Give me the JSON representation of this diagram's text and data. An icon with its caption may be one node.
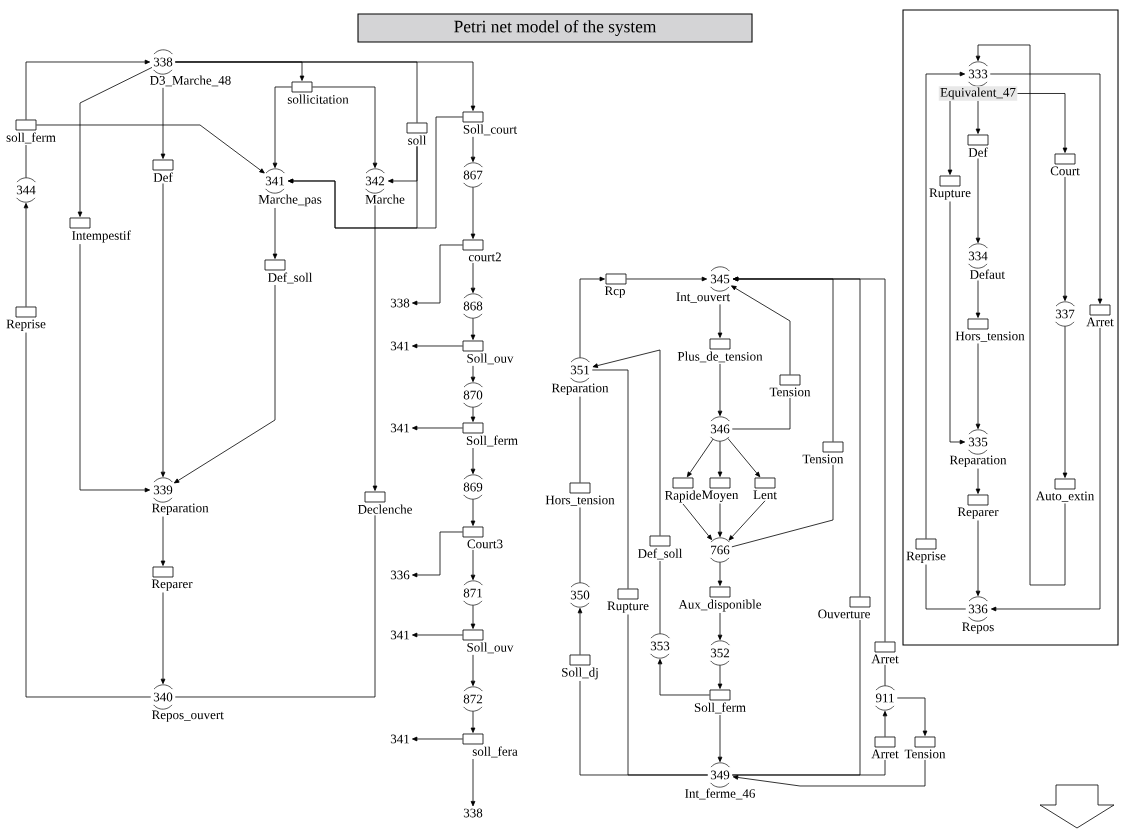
{
  "diagram": {
    "title": "Petri net model of the system",
    "nodes": [
      {
        "text": [
          "338",
          "D3_Marche_48"
        ]
      },
      {
        "text": [
          "soll_ferm"
        ]
      },
      {
        "text": [
          "344"
        ]
      },
      {
        "text": [
          "Reprise"
        ]
      },
      {
        "text": [
          "Intempestif"
        ]
      },
      {
        "text": [
          "Def"
        ]
      },
      {
        "text": [
          "sollicitation"
        ]
      },
      {
        "text": [
          "341",
          "Marche_pas"
        ]
      },
      {
        "text": [
          "342",
          "Marche"
        ]
      },
      {
        "text": [
          "soll"
        ]
      },
      {
        "text": [
          "Soll_court"
        ]
      },
      {
        "text": [
          "867"
        ]
      },
      {
        "text": [
          "Def_soll"
        ]
      },
      {
        "text": [
          "339",
          "Reparation"
        ]
      },
      {
        "text": [
          "Declenche"
        ]
      },
      {
        "text": [
          "Reparer"
        ]
      },
      {
        "text": [
          "340",
          "Repos_ouvert"
        ]
      },
      {
        "text": [
          "court2"
        ]
      },
      {
        "text": [
          "338"
        ]
      },
      {
        "text": [
          "868"
        ]
      },
      {
        "text": [
          "Soll_ouv"
        ]
      },
      {
        "text": [
          "341"
        ]
      },
      {
        "text": [
          "870"
        ]
      },
      {
        "text": [
          "Soll_ferm"
        ]
      },
      {
        "text": [
          "341"
        ]
      },
      {
        "text": [
          "869"
        ]
      },
      {
        "text": [
          "Court3"
        ]
      },
      {
        "text": [
          "336"
        ]
      },
      {
        "text": [
          "871"
        ]
      },
      {
        "text": [
          "Soll_ouv"
        ]
      },
      {
        "text": [
          "341"
        ]
      },
      {
        "text": [
          "872"
        ]
      },
      {
        "text": [
          "soll_fera"
        ]
      },
      {
        "text": [
          "341"
        ]
      },
      {
        "text": [
          "338"
        ]
      },
      {
        "text": [
          "Rcp"
        ]
      },
      {
        "text": [
          "345",
          "Int_ouvert"
        ]
      },
      {
        "text": [
          "351",
          "Reparation"
        ]
      },
      {
        "text": [
          "Plus_de_tension"
        ]
      },
      {
        "text": [
          "Tension"
        ]
      },
      {
        "text": [
          "346"
        ]
      },
      {
        "text": [
          "Tension"
        ]
      },
      {
        "text": [
          "Hors_tension"
        ]
      },
      {
        "text": [
          "Rapide"
        ]
      },
      {
        "text": [
          "Moyen"
        ]
      },
      {
        "text": [
          "Lent"
        ]
      },
      {
        "text": [
          "Def_soll"
        ]
      },
      {
        "text": [
          "766"
        ]
      },
      {
        "text": [
          "350"
        ]
      },
      {
        "text": [
          "Rupture"
        ]
      },
      {
        "text": [
          "Aux_disponible"
        ]
      },
      {
        "text": [
          "Ouverture"
        ]
      },
      {
        "text": [
          "353"
        ]
      },
      {
        "text": [
          "352"
        ]
      },
      {
        "text": [
          "Arret"
        ]
      },
      {
        "text": [
          "Soll_dj"
        ]
      },
      {
        "text": [
          "Soll_ferm"
        ]
      },
      {
        "text": [
          "911"
        ]
      },
      {
        "text": [
          "Arret"
        ]
      },
      {
        "text": [
          "Tension"
        ]
      },
      {
        "text": [
          "349",
          "Int_ferme_46"
        ]
      },
      {
        "text": [],
        "shape": "box"
      },
      {
        "text": [
          "333",
          "Equivalent_47"
        ],
        "in": 61
      },
      {
        "text": [
          "Def"
        ],
        "in": 61
      },
      {
        "text": [
          "Court"
        ],
        "in": 61
      },
      {
        "text": [
          "Rupture"
        ],
        "in": 61
      },
      {
        "text": [
          "334",
          "Defaut"
        ],
        "in": 61
      },
      {
        "text": [
          "Hors_tension"
        ],
        "in": 61
      },
      {
        "text": [
          "337"
        ],
        "in": 61
      },
      {
        "text": [
          "Arret"
        ],
        "in": 61
      },
      {
        "text": [
          "335",
          "Reparation"
        ],
        "in": 61
      },
      {
        "text": [
          "Reparer"
        ],
        "in": 61
      },
      {
        "text": [
          "Auto_extin"
        ],
        "in": 61
      },
      {
        "text": [
          "Reprise"
        ],
        "in": 61
      },
      {
        "text": [
          "336",
          "Repos"
        ],
        "in": 61
      }
    ],
    "edges": [
      {
        "from": 1,
        "to": 0,
        "arrow": "to"
      },
      {
        "from": 1,
        "to": 7,
        "arrow": "to"
      },
      {
        "from": 0,
        "to": 4,
        "arrow": "to"
      },
      {
        "from": 0,
        "to": 5,
        "arrow": "to"
      },
      {
        "from": 0,
        "to": 6,
        "arrow": "to"
      },
      {
        "from": 0,
        "to": 10,
        "arrow": "to"
      },
      {
        "from": 0,
        "to": 9,
        "arrow": "none"
      },
      {
        "from": 9,
        "to": 8,
        "arrow": "to"
      },
      {
        "from": 9,
        "to": 7,
        "arrow": "to"
      },
      {
        "from": 10,
        "to": 7,
        "arrow": "to"
      },
      {
        "from": 6,
        "to": 7,
        "arrow": "to"
      },
      {
        "from": 6,
        "to": 8,
        "arrow": "to"
      },
      {
        "from": 7,
        "to": 12,
        "arrow": "to"
      },
      {
        "from": 12,
        "to": 13,
        "arrow": "to"
      },
      {
        "from": 5,
        "to": 13,
        "arrow": "to"
      },
      {
        "from": 4,
        "to": 13,
        "arrow": "to"
      },
      {
        "from": 8,
        "to": 14,
        "arrow": "to"
      },
      {
        "from": 13,
        "to": 15,
        "arrow": "to"
      },
      {
        "from": 15,
        "to": 16,
        "arrow": "to"
      },
      {
        "from": 14,
        "to": 16,
        "arrow": "none"
      },
      {
        "from": 16,
        "to": 3,
        "arrow": "none"
      },
      {
        "from": 3,
        "to": 2,
        "arrow": "to"
      },
      {
        "from": 2,
        "to": 1,
        "arrow": "none"
      },
      {
        "from": 10,
        "to": 11,
        "arrow": "to"
      },
      {
        "from": 11,
        "to": 17,
        "arrow": "to"
      },
      {
        "from": 17,
        "to": 18,
        "arrow": "to"
      },
      {
        "from": 17,
        "to": 19,
        "arrow": "to"
      },
      {
        "from": 19,
        "to": 20,
        "arrow": "to"
      },
      {
        "from": 20,
        "to": 21,
        "arrow": "to"
      },
      {
        "from": 20,
        "to": 22,
        "arrow": "to"
      },
      {
        "from": 22,
        "to": 23,
        "arrow": "to"
      },
      {
        "from": 23,
        "to": 24,
        "arrow": "to"
      },
      {
        "from": 23,
        "to": 25,
        "arrow": "to"
      },
      {
        "from": 25,
        "to": 26,
        "arrow": "to"
      },
      {
        "from": 26,
        "to": 27,
        "arrow": "to"
      },
      {
        "from": 26,
        "to": 28,
        "arrow": "to"
      },
      {
        "from": 28,
        "to": 29,
        "arrow": "to"
      },
      {
        "from": 29,
        "to": 30,
        "arrow": "to"
      },
      {
        "from": 29,
        "to": 31,
        "arrow": "to"
      },
      {
        "from": 31,
        "to": 32,
        "arrow": "to"
      },
      {
        "from": 32,
        "to": 33,
        "arrow": "to"
      },
      {
        "from": 32,
        "to": 34,
        "arrow": "to"
      },
      {
        "from": 37,
        "to": 35,
        "arrow": "to"
      },
      {
        "from": 35,
        "to": 36,
        "arrow": "to"
      },
      {
        "from": 36,
        "to": 38,
        "arrow": "to"
      },
      {
        "from": 38,
        "to": 40,
        "arrow": "to"
      },
      {
        "from": 39,
        "to": 36,
        "arrow": "to"
      },
      {
        "from": 40,
        "to": 39,
        "arrow": "none"
      },
      {
        "from": 40,
        "to": 43,
        "arrow": "to"
      },
      {
        "from": 40,
        "to": 44,
        "arrow": "to"
      },
      {
        "from": 40,
        "to": 45,
        "arrow": "to"
      },
      {
        "from": 43,
        "to": 47,
        "arrow": "to"
      },
      {
        "from": 44,
        "to": 47,
        "arrow": "to"
      },
      {
        "from": 45,
        "to": 47,
        "arrow": "to"
      },
      {
        "from": 41,
        "to": 36,
        "arrow": "to"
      },
      {
        "from": 47,
        "to": 41,
        "arrow": "none"
      },
      {
        "from": 51,
        "to": 36,
        "arrow": "to"
      },
      {
        "from": 60,
        "to": 51,
        "arrow": "none"
      },
      {
        "from": 54,
        "to": 36,
        "arrow": "to"
      },
      {
        "from": 57,
        "to": 54,
        "arrow": "none"
      },
      {
        "from": 58,
        "to": 57,
        "arrow": "to"
      },
      {
        "from": 60,
        "to": 58,
        "arrow": "none"
      },
      {
        "from": 57,
        "to": 59,
        "arrow": "to"
      },
      {
        "from": 59,
        "to": 60,
        "arrow": "to"
      },
      {
        "from": 47,
        "to": 50,
        "arrow": "to"
      },
      {
        "from": 50,
        "to": 53,
        "arrow": "to"
      },
      {
        "from": 53,
        "to": 56,
        "arrow": "to"
      },
      {
        "from": 56,
        "to": 60,
        "arrow": "to"
      },
      {
        "from": 56,
        "to": 52,
        "arrow": "to"
      },
      {
        "from": 52,
        "to": 46,
        "arrow": "none"
      },
      {
        "from": 46,
        "to": 37,
        "arrow": "to"
      },
      {
        "from": 37,
        "to": 42,
        "arrow": "none"
      },
      {
        "from": 42,
        "to": 48,
        "arrow": "none"
      },
      {
        "from": 55,
        "to": 48,
        "arrow": "to"
      },
      {
        "from": 60,
        "to": 55,
        "arrow": "none"
      },
      {
        "from": 37,
        "to": 49,
        "arrow": "none"
      },
      {
        "from": 60,
        "to": 49,
        "arrow": "none"
      },
      {
        "from": 62,
        "to": 63,
        "arrow": "to"
      },
      {
        "from": 63,
        "to": 66,
        "arrow": "to"
      },
      {
        "from": 66,
        "to": 67,
        "arrow": "to"
      },
      {
        "from": 67,
        "to": 70,
        "arrow": "to"
      },
      {
        "from": 70,
        "to": 71,
        "arrow": "to"
      },
      {
        "from": 71,
        "to": 74,
        "arrow": "to"
      },
      {
        "from": 74,
        "to": 73,
        "arrow": "none"
      },
      {
        "from": 73,
        "to": 62,
        "arrow": "to"
      },
      {
        "from": 62,
        "to": 65,
        "arrow": "to"
      },
      {
        "from": 65,
        "to": 70,
        "arrow": "to"
      },
      {
        "from": 62,
        "to": 64,
        "arrow": "to"
      },
      {
        "from": 64,
        "to": 68,
        "arrow": "to"
      },
      {
        "from": 68,
        "to": 72,
        "arrow": "to"
      },
      {
        "from": 72,
        "to": 62,
        "arrow": "to"
      },
      {
        "from": 62,
        "to": 69,
        "arrow": "to"
      },
      {
        "from": 69,
        "to": 74,
        "arrow": "to"
      }
    ]
  }
}
